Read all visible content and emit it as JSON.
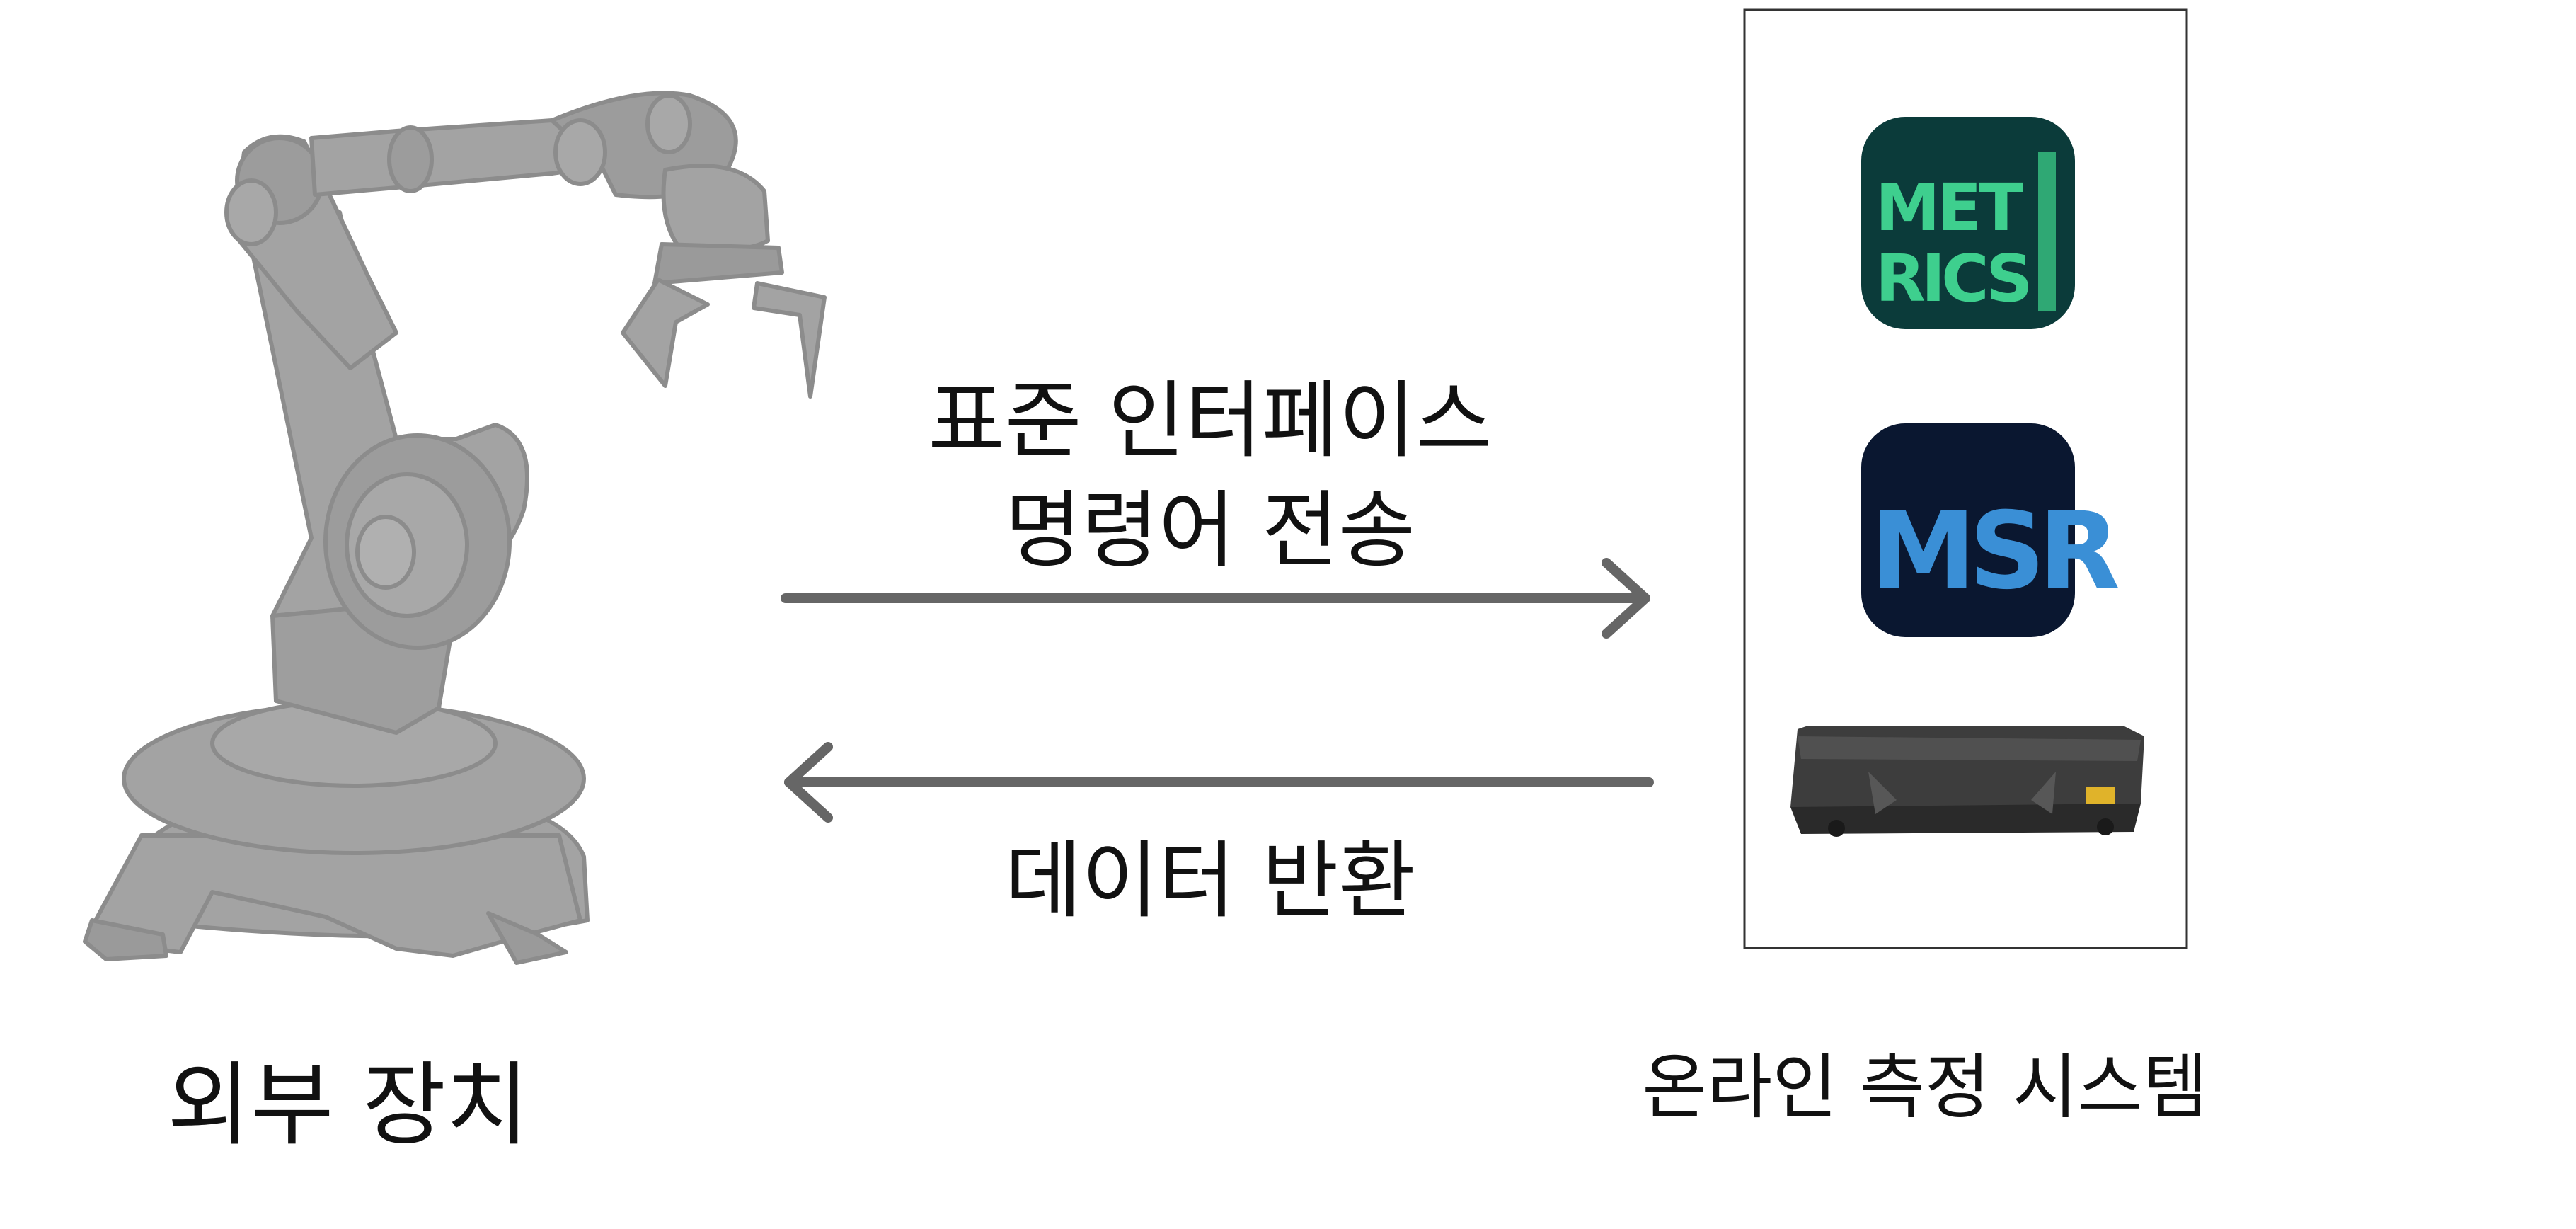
{
  "left_device": {
    "label": "외부 장치",
    "icon": "robot-arm-icon"
  },
  "right_system": {
    "label": "온라인 측정 시스템",
    "items": [
      {
        "icon": "metrics-logo-icon",
        "logo_text": [
          "MET",
          "RICS"
        ],
        "colors": {
          "bg": "#0b3b3a",
          "fg": "#3ecf8e"
        }
      },
      {
        "icon": "msr-logo-icon",
        "logo_text": "MSR",
        "colors": {
          "bg": "#0a1730",
          "fg": "#3a8fd6"
        }
      },
      {
        "icon": "3d-scanner-device-icon"
      }
    ]
  },
  "arrows": {
    "send": {
      "lines": [
        "표준 인터페이스",
        "명령어 전송"
      ],
      "direction": "left-to-right"
    },
    "return": {
      "label": "데이터 반환",
      "direction": "right-to-left"
    }
  },
  "colors": {
    "arrow": "#666666",
    "robot": "#a3a3a3",
    "robot_outline": "#8c8c8c",
    "box_border": "#333333"
  }
}
